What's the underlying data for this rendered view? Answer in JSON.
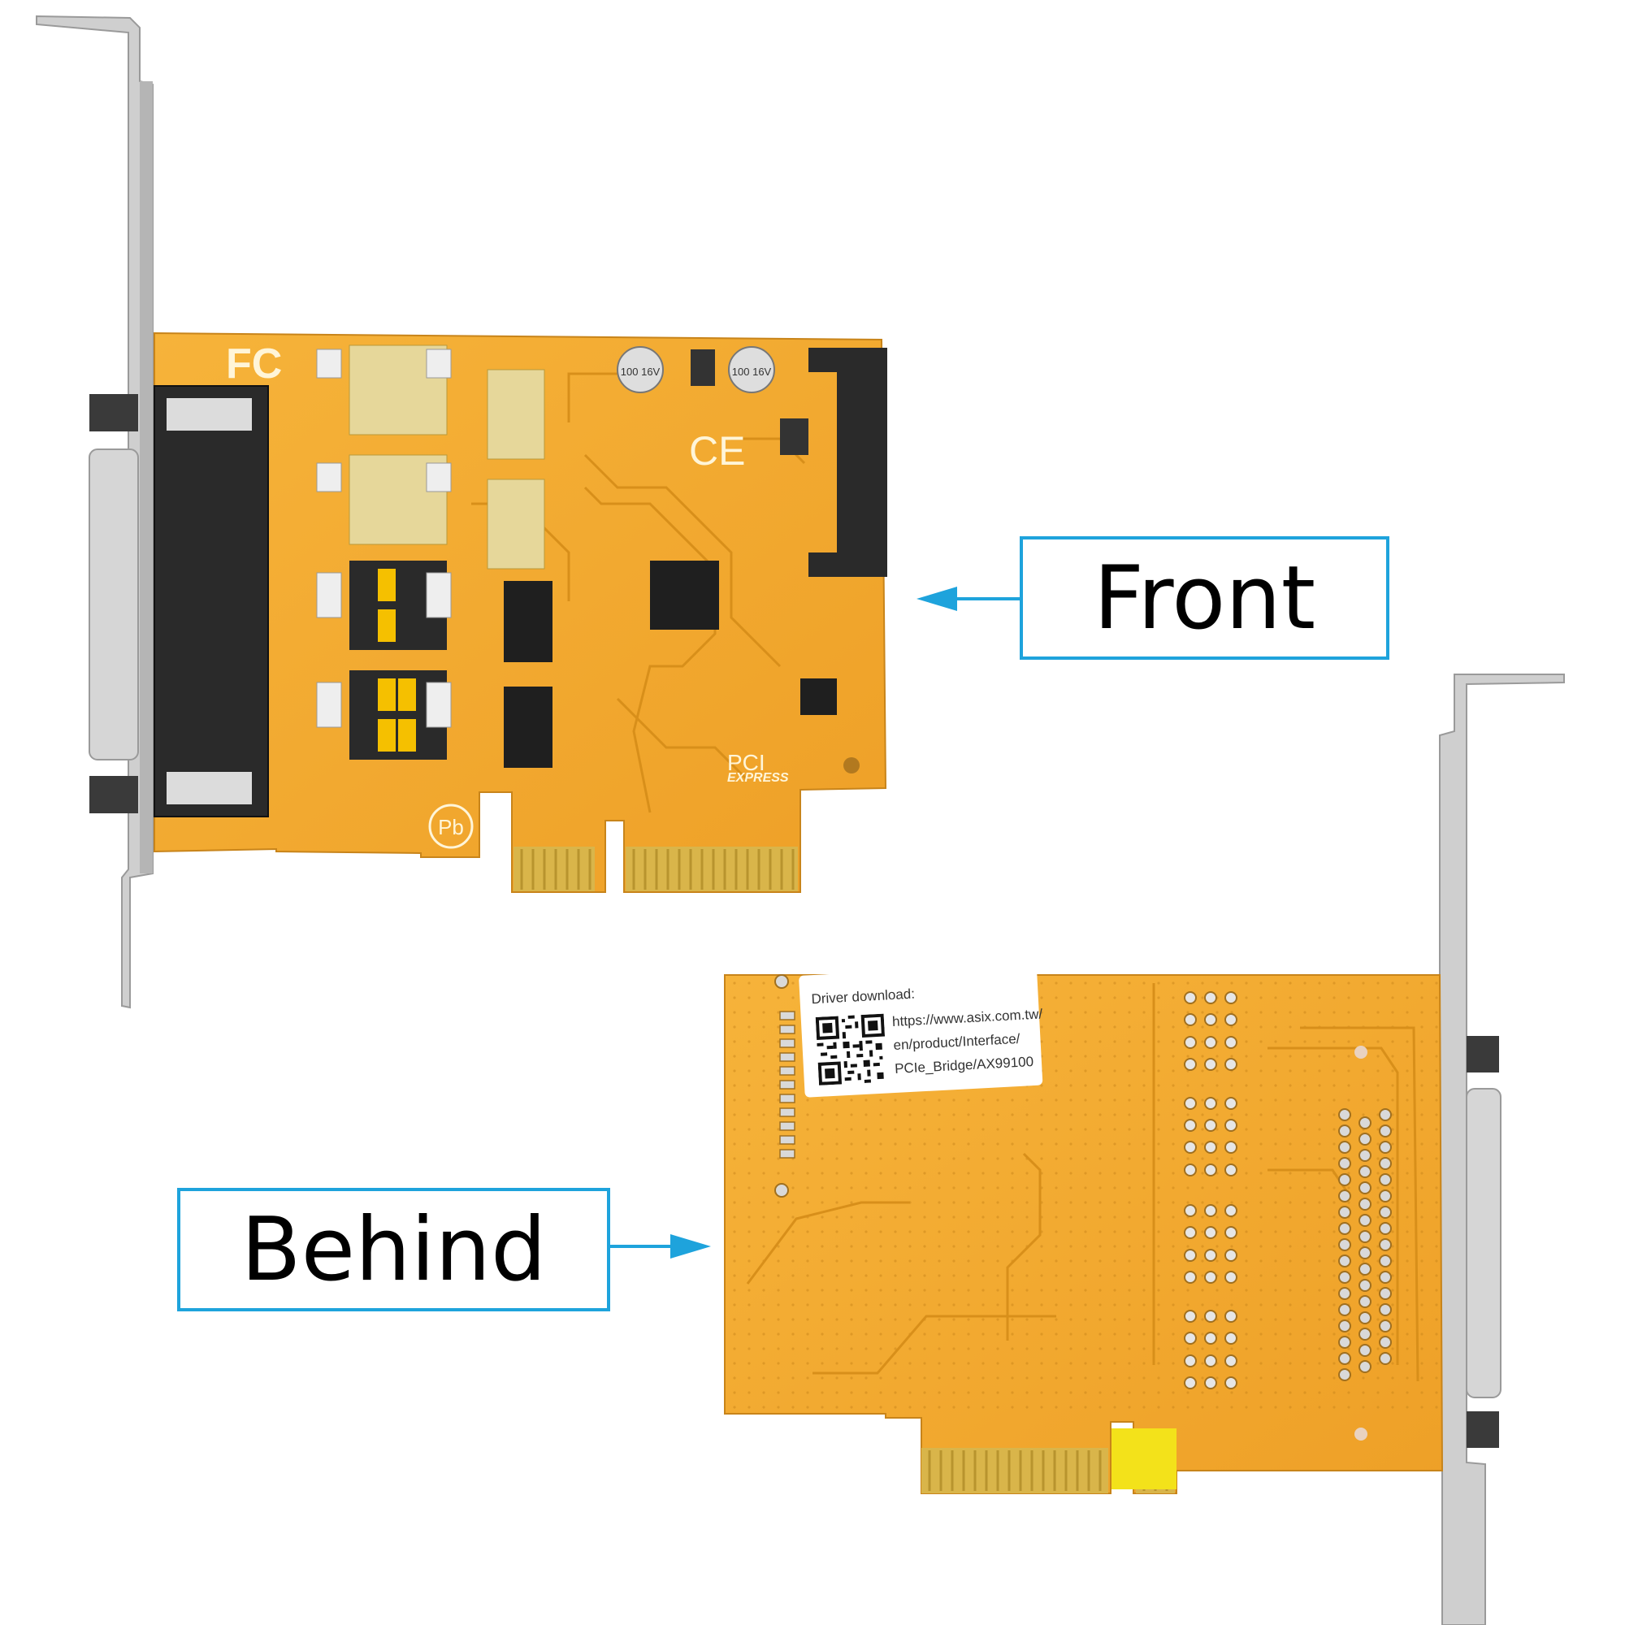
{
  "callouts": {
    "front": "Front",
    "behind": "Behind"
  },
  "front_card": {
    "silkscreen": {
      "fcc_logo": "FC",
      "ce_mark": "CE",
      "pci_logo": "PCI",
      "pci_sub": "EXPRESS",
      "pb_logo": "Pb",
      "cap_1": "100 16V",
      "cap_2": "100 16V"
    }
  },
  "back_card": {
    "label": {
      "title": "Driver download:",
      "url_line1": "https://www.asix.com.tw/",
      "url_line2": "en/product/Interface/",
      "url_line3": "PCIe_Bridge/AX99100"
    }
  },
  "colors": {
    "pcb": "#f3a92d",
    "pcb_dark": "#d9901c",
    "bracket": "#c9c9c9",
    "connector": "#2a2a2a",
    "gold": "#d9b54a",
    "accent": "#1ea3dc",
    "text": "#000000"
  }
}
